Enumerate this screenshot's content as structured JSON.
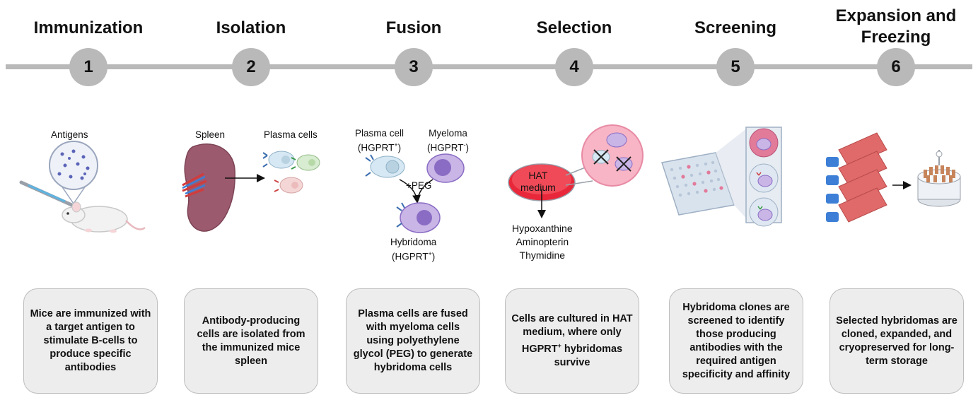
{
  "steps": [
    {
      "number": "1",
      "title": "Immunization",
      "description": "Mice are immunized with a target antigen to stimulate B-cells to produce specific antibodies"
    },
    {
      "number": "2",
      "title": "Isolation",
      "description": "Antibody-producing cells are isolated from the immunized mice spleen"
    },
    {
      "number": "3",
      "title": "Fusion",
      "description": "Plasma cells are fused with myeloma cells using polyethylene glycol (PEG) to generate hybridoma cells"
    },
    {
      "number": "4",
      "title": "Selection",
      "description_before": "Cells are cultured in HAT medium, where only HGPRT",
      "description_sup": "+",
      "description_after": " hybridomas survive"
    },
    {
      "number": "5",
      "title": "Screening",
      "description": "Hybridoma clones are screened to identify those producing antibodies with the required antigen specificity and affinity"
    },
    {
      "number": "6",
      "title_line1": "Expansion and",
      "title_line2": "Freezing",
      "description": "Selected hybridomas are cloned, expanded, and cryopreserved for long-term storage"
    }
  ],
  "illustrations": {
    "immunization": {
      "antigens_label": "Antigens"
    },
    "isolation": {
      "spleen_label": "Spleen",
      "plasma_label": "Plasma cells"
    },
    "fusion": {
      "plasma_label_line1": "Plasma cell",
      "plasma_label_line2": "(HGPRT",
      "plasma_label_sup": "+",
      "plasma_label_close": ")",
      "myeloma_label_line1": "Myeloma",
      "myeloma_label_line2": "(HGPRT",
      "myeloma_label_sup": "-",
      "myeloma_label_close": ")",
      "peg_label": "+PEG",
      "hybridoma_label_line1": "Hybridoma",
      "hybridoma_label_line2": "(HGPRT",
      "hybridoma_label_sup": "+",
      "hybridoma_label_close": ")"
    },
    "selection": {
      "dish_label_line1": "HAT",
      "dish_label_line2": "medium",
      "components": [
        "Hypoxanthine",
        "Aminopterin",
        "Thymidine"
      ]
    }
  },
  "colors": {
    "timeline": "#b9b9b9",
    "box_fill": "#ededed",
    "box_border": "#bdbdbd",
    "hat_medium": "#e8283a",
    "spleen": "#9c5a6e",
    "flask": "#e06a6a",
    "cap": "#3d7fd6"
  }
}
